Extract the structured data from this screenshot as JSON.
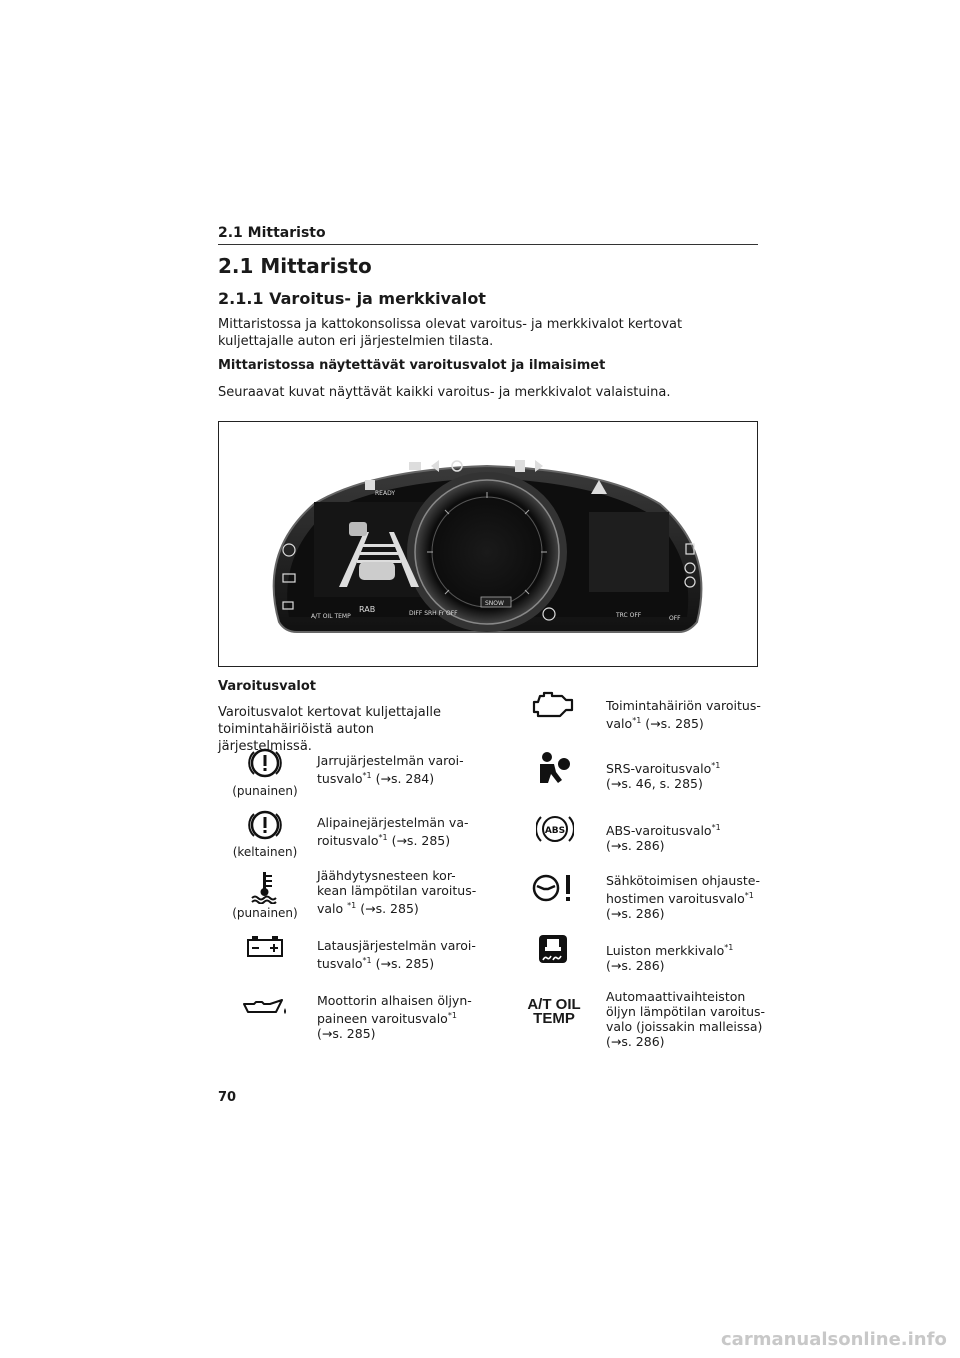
{
  "header": {
    "section_label": "2.1 Mittaristo"
  },
  "title": "2.1 Mittaristo",
  "subtitle": "2.1.1 Varoitus- ja merkkivalot",
  "intro": "Mittaristossa ja kattokonsolissa olevat varoitus- ja merkkivalot kertovat kuljettajalle auton eri järjestelmien tilasta.",
  "subheading": "Mittaristossa näytettävät varoitusvalot ja ilmaisimet",
  "figure_note": "Seuraavat kuvat näyttävät kaikki varoitus- ja merkkivalot valaistuina.",
  "figure": {
    "ready_label": "READY",
    "snow_label": "SNOW",
    "at_oil_label": "A/T OIL TEMP",
    "rab_label": "RAB",
    "trc_off_label": "TRC OFF",
    "off_label": "OFF",
    "diff_label": "DIFF SRH Fr OFF"
  },
  "section": {
    "title": "Varoitusvalot",
    "desc": "Varoitusvalot kertovat kuljettajalle toimintahäiriöistä auton järjestelmissä."
  },
  "left_items": [
    {
      "caption": "(punainen)",
      "text": "Jarrujärjestelmän varoi-tusvalo",
      "ref": "(→s. 284)",
      "icon": "brake-warning-icon"
    },
    {
      "caption": "(keltainen)",
      "text": "Alipainejärjestelmän va-roitusvalo",
      "ref": "(→s. 285)",
      "icon": "vacuum-warning-icon"
    },
    {
      "caption": "(punainen)",
      "text": "Jäähdytysnesteen kor-kean lämpötilan varoitus-valo",
      "ref": "(→s. 285)",
      "icon": "coolant-temp-icon"
    },
    {
      "caption": "",
      "text": "Latausjärjestelmän varoi-tusvalo",
      "ref": "(→s. 285)",
      "icon": "battery-icon"
    },
    {
      "caption": "",
      "text": "Moottorin alhaisen öljyn-paineen varoitusvalo",
      "ref": "(→s. 285)",
      "icon": "oil-pressure-icon"
    }
  ],
  "right_items": [
    {
      "text": "Toimintahäiriön varoitus-valo",
      "ref": "(→s. 285)",
      "icon": "engine-check-icon"
    },
    {
      "text": "SRS-varoitusvalo",
      "ref": "(→s. 46, s. 285)",
      "icon": "airbag-icon"
    },
    {
      "text": "ABS-varoitusvalo",
      "ref": "(→s. 286)",
      "icon": "abs-icon"
    },
    {
      "text": "Sähkötoimisen ohjauste-hostimen varoitusvalo",
      "ref": "(→s. 286)",
      "icon": "power-steering-icon"
    },
    {
      "text": "Luiston merkkivalo",
      "ref": "(→s. 286)",
      "icon": "slip-indicator-icon"
    },
    {
      "text": "Automaattivaihteiston öljyn lämpötilan varoitus-valo (joissakin malleissa)",
      "ref": "(→s. 286)",
      "icon": "at-oil-temp-icon",
      "icon_text_1": "A/T OIL",
      "icon_text_2": "TEMP"
    }
  ],
  "footnote_mark": "*1",
  "page_number": "70",
  "watermark": "carmanualsonline.info"
}
